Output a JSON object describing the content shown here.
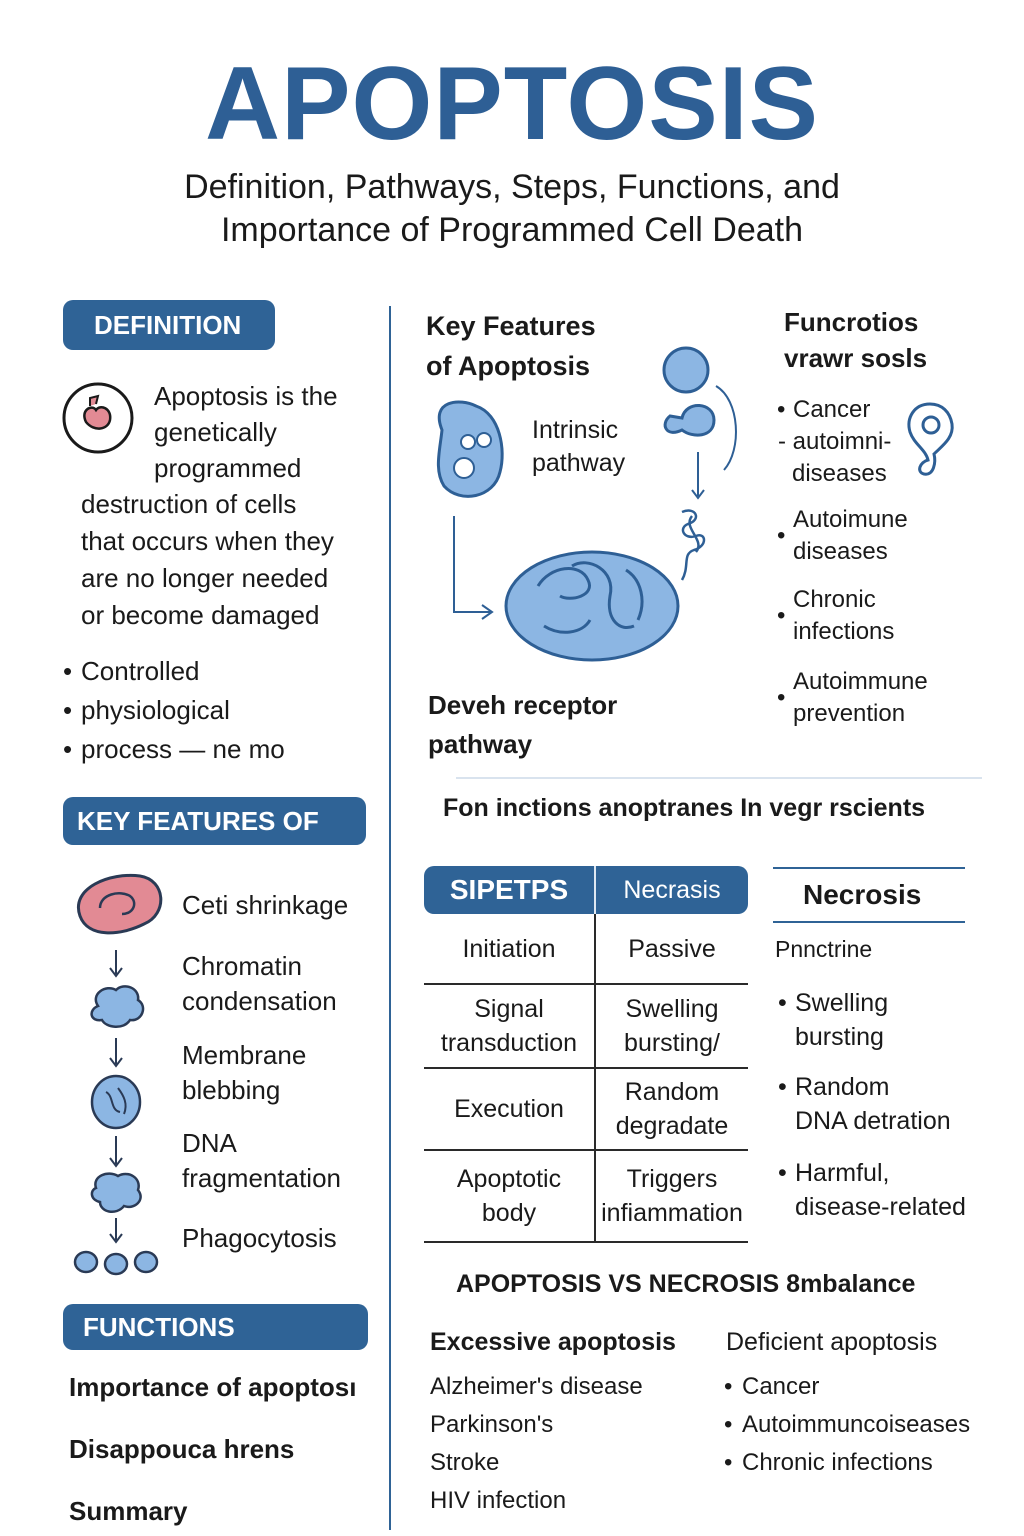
{
  "header": {
    "title": "APOPTOSIS",
    "subtitle_line1": "Definition, Pathways, Steps, Functions, and",
    "subtitle_line2": "Importance of Programmed Cell Death"
  },
  "definition": {
    "heading": "DEFINITION",
    "text_lines": [
      "Apoptosis is the",
      "genetically",
      "programmed",
      "destruction of cells",
      "that occurs when they",
      "are no longer needed",
      "or become damaged"
    ],
    "bullets": [
      "Controlled",
      "physiological",
      "process — ne mo"
    ]
  },
  "key_features": {
    "heading": "KEY FEATURES OF",
    "steps": [
      {
        "label_lines": [
          "Ceti shrinkage"
        ]
      },
      {
        "label_lines": [
          "Chromatin",
          "condensation"
        ]
      },
      {
        "label_lines": [
          "Membrane",
          "blebbing"
        ]
      },
      {
        "label_lines": [
          "DNA",
          "fragmentation"
        ]
      },
      {
        "label_lines": [
          "Phagocytosis"
        ]
      }
    ]
  },
  "functions": {
    "heading": "FUNCTIONS",
    "items": [
      "Importance of apoptosı",
      "Disappouca hrens",
      "Summary"
    ]
  },
  "pathways": {
    "heading_line1": "Key Features",
    "heading_line2": "of Apoptosis",
    "intrinsic_line1": "Intrinsic",
    "intrinsic_line2": "pathway",
    "receptor_line1": "Deveh receptor",
    "receptor_line2": "pathway"
  },
  "functions_right": {
    "heading_line1": "Funcrotios",
    "heading_line2": "vrawr sosls",
    "item1": "Cancer",
    "item1_sub1": "- autoimni-",
    "item1_sub2": "diseases",
    "item2_line1": "Autoimune",
    "item2_line2": "diseases",
    "item3_line1": "Chronic",
    "item3_line2": "infections",
    "item4_line1": "Autoimmune",
    "item4_line2": "prevention"
  },
  "mid_caption": "Fon inctions anoptranes In vegr rscients",
  "comparison": {
    "col1": "SIPETPS",
    "col2": "Necrasis",
    "rows": [
      {
        "left": [
          "Initiation"
        ],
        "right": [
          "Passive"
        ]
      },
      {
        "left": [
          "Signal",
          "transduction"
        ],
        "right": [
          "Swelling",
          "bursting/"
        ]
      },
      {
        "left": [
          "Execution"
        ],
        "right": [
          "Random",
          "degradate"
        ]
      },
      {
        "left": [
          "Apoptotic",
          "body"
        ],
        "right": [
          "Triggers",
          "infiammation"
        ]
      }
    ]
  },
  "necrosis": {
    "heading": "Necrosis",
    "sub": "Pnnctrine",
    "b1_line1": "Swelling",
    "b1_line2": "bursting",
    "b2_line1": "Random",
    "b2_line2": "DNA detration",
    "b3_line1": "Harmful,",
    "b3_line2": "disease-related"
  },
  "imbalance": {
    "heading": "APOPTOSIS VS NECROSIS 8mbalance",
    "excessive": {
      "heading": "Excessive apoptosis",
      "items": [
        "Alzheimer's disease",
        "Parkinson's",
        "Stroke",
        "HIV infection"
      ]
    },
    "deficient": {
      "heading": "Deficient apoptosis",
      "items": [
        "Cancer",
        "Autoimmuncoiseases",
        "Chronic infections"
      ]
    }
  },
  "colors": {
    "primary": "#2f6396",
    "cell_blue": "#8cb6e3",
    "cell_pink": "#e28a94"
  }
}
